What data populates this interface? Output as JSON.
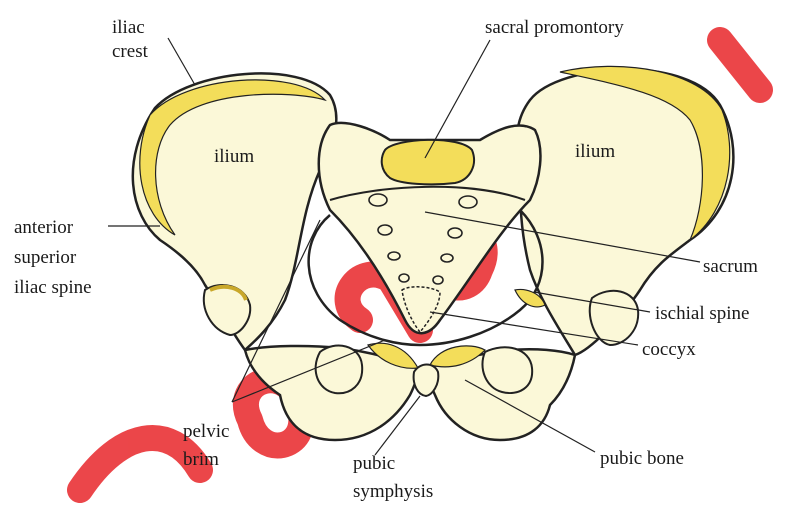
{
  "labels": {
    "iliac_crest_l1": "iliac",
    "iliac_crest_l2": "crest",
    "sacral_promontory": "sacral promontory",
    "ilium_left": "ilium",
    "ilium_right": "ilium",
    "asis_l1": "anterior",
    "asis_l2": "superior",
    "asis_l3": "iliac spine",
    "sacrum": "sacrum",
    "ischial_spine": "ischial spine",
    "coccyx": "coccyx",
    "pelvic_brim_l1": "pelvic",
    "pelvic_brim_l2": "brim",
    "pubic_symphysis_l1": "pubic",
    "pubic_symphysis_l2": "symphysis",
    "pubic_bone": "pubic bone"
  },
  "colors": {
    "bone_fill": "#fbf8d8",
    "cartilage_yellow": "#f3dd5a",
    "outline": "#222222",
    "watermark_red": "#e8262a",
    "label_text": "#1a1a1a"
  }
}
